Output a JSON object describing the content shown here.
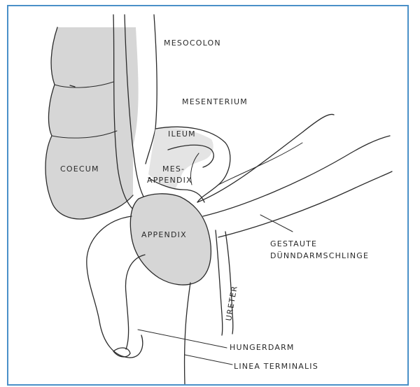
{
  "labels": {
    "mesocolon": "MESOCOLON",
    "mesenterium": "MESENTERIUM",
    "ileum": "ILEUM",
    "coecum": "COECUM",
    "mesappendix_line1": "MES-",
    "mesappendix_line2": "APPENDIX",
    "appendix": "APPENDIX",
    "gestaute_line1": "GESTAUTE",
    "gestaute_line2": "DÜNNDARMSCHLINGE",
    "ureter": "URETER",
    "hungerdarm": "HUNGERDARM",
    "linea_terminalis": "LINEA TERMINALIS"
  },
  "colors": {
    "frame": "#4a90c8",
    "ink": "#2b2b2b",
    "shade": "#d6d6d6"
  }
}
